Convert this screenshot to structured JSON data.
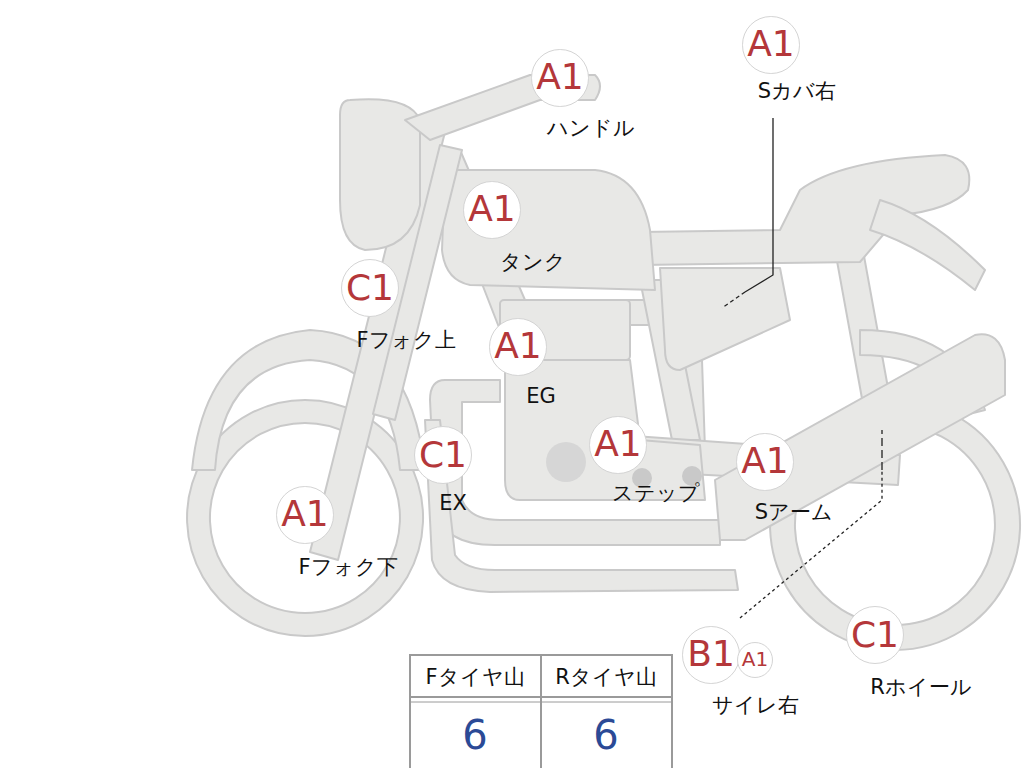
{
  "diagram": {
    "nodes": [
      {
        "text": [
          "A1",
          "Sカバ右"
        ]
      },
      {
        "text": [
          "A1",
          "ハンドル"
        ]
      },
      {
        "text": [
          "A1",
          "タンク"
        ]
      },
      {
        "text": [
          "C1",
          "Fフォク上"
        ]
      },
      {
        "text": [
          "A1",
          "EG"
        ]
      },
      {
        "text": [
          "C1",
          "EX"
        ]
      },
      {
        "text": [
          "A1",
          "ステップ"
        ]
      },
      {
        "text": [
          "A1",
          "Sアーム"
        ]
      },
      {
        "text": [
          "A1",
          "Fフォク下"
        ]
      },
      {
        "text": [
          "B1",
          "サイレ右"
        ]
      },
      {
        "text": [
          "A1"
        ]
      },
      {
        "text": [
          "C1",
          "Rホイール"
        ]
      }
    ],
    "edges": [],
    "labels": [
      "Fタイヤ山",
      "Rタイヤ山",
      "6",
      "6"
    ]
  }
}
